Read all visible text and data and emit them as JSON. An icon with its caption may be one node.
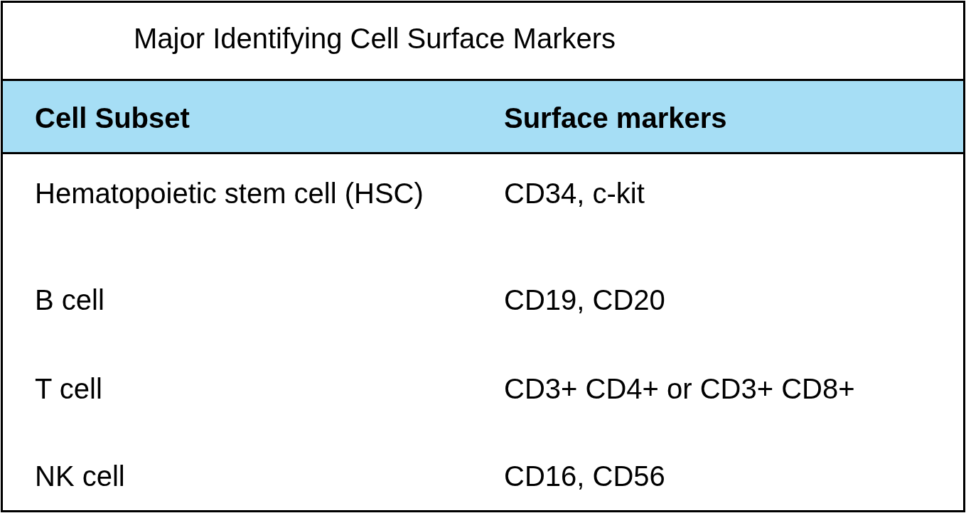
{
  "diagram": {
    "title": "Major Identifying Cell Surface Markers",
    "labels": [
      "Cell Subset",
      "Surface markers",
      "Hematopoietic stem cell (HSC)",
      "CD34, c-kit",
      "B cell",
      "CD19, CD20",
      "T cell",
      "CD3+ CD4+ or CD3+ CD8+",
      "NK cell",
      "CD16, CD56"
    ]
  }
}
